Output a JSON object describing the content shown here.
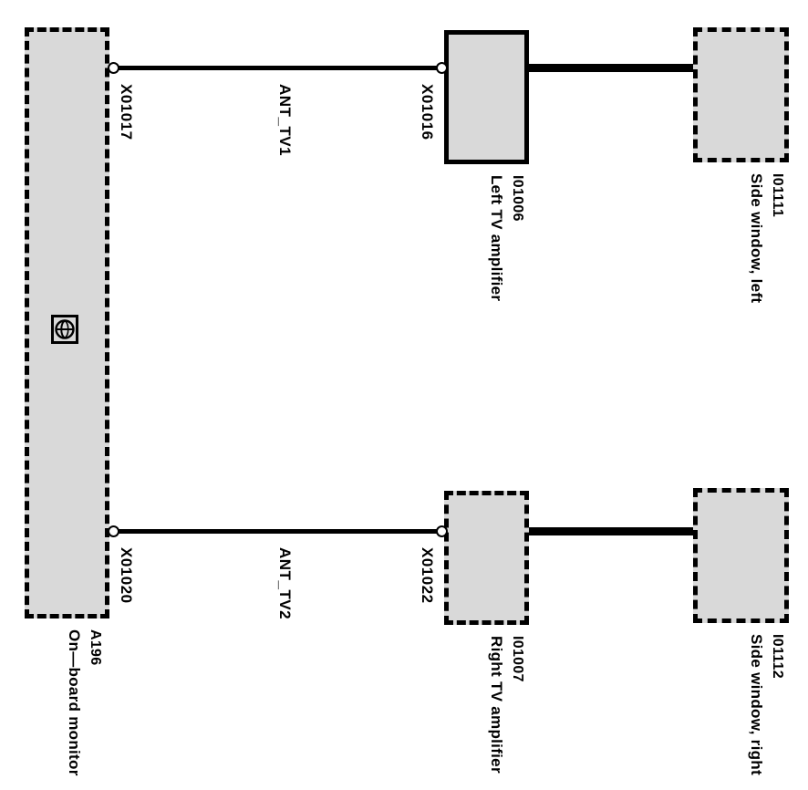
{
  "diagram": {
    "type": "automotive-wiring-schematic",
    "background_color": "#ffffff",
    "line_color": "#000000",
    "component_fill": "#d9d9d9"
  },
  "components": {
    "monitor": {
      "ident": "A196",
      "description": "On—board monitor",
      "border": "dashed",
      "icon": "globe-monitor-icon"
    },
    "left_amplifier": {
      "ident": "I01006",
      "description": "Left TV amplifier",
      "border": "solid"
    },
    "right_amplifier": {
      "ident": "I01007",
      "description": "Right TV amplifier",
      "border": "dashed"
    },
    "side_window_left": {
      "ident": "I01111",
      "description": "Side window, left",
      "border": "dashed"
    },
    "side_window_right": {
      "ident": "I01112",
      "description": "Side window, right",
      "border": "dashed"
    }
  },
  "connectors": {
    "x01017": "X01017",
    "x01016": "X01016",
    "x01020": "X01020",
    "x01022": "X01022"
  },
  "nets": {
    "ant_tv1": "ANT_TV1",
    "ant_tv2": "ANT_TV2"
  }
}
